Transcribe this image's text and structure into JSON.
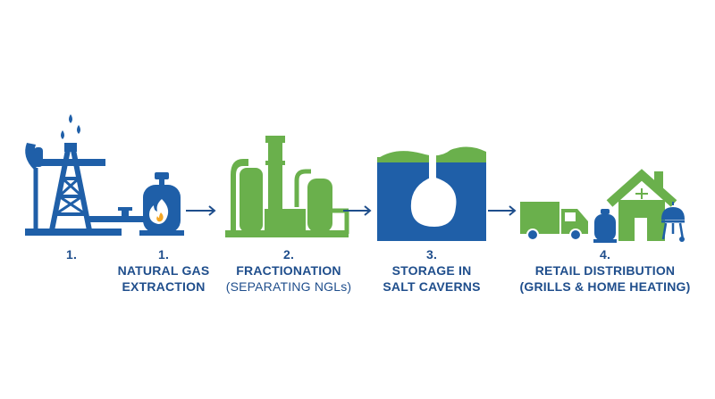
{
  "colors": {
    "blue": "#1f5fa8",
    "dark_blue": "#1f4e8c",
    "green": "#6ab04c",
    "white": "#ffffff"
  },
  "steps": [
    {
      "number": "1.",
      "lines": []
    },
    {
      "number": "1.",
      "lines": [
        "NATURAL GAS",
        "EXTRACTION"
      ]
    },
    {
      "number": "2.",
      "lines": [
        "FRACTIONATION",
        "(SEPARATING NGLs)"
      ]
    },
    {
      "number": "3.",
      "lines": [
        "STORAGE IN",
        "SALT CAVERNS"
      ]
    },
    {
      "number": "4.",
      "lines": [
        "RETAIL DISTRIBUTION",
        "(GRILLS & HOME HEATING)"
      ]
    }
  ],
  "icons": {
    "step1": "oil-pumpjack-derrick-icon",
    "step1b": "gas-tank-flame-icon",
    "step2": "refinery-towers-icon",
    "step3": "salt-cavern-icon",
    "step4a": "delivery-truck-icon",
    "step4b": "propane-cylinder-icon",
    "step4c": "house-icon",
    "step4d": "grill-icon"
  }
}
